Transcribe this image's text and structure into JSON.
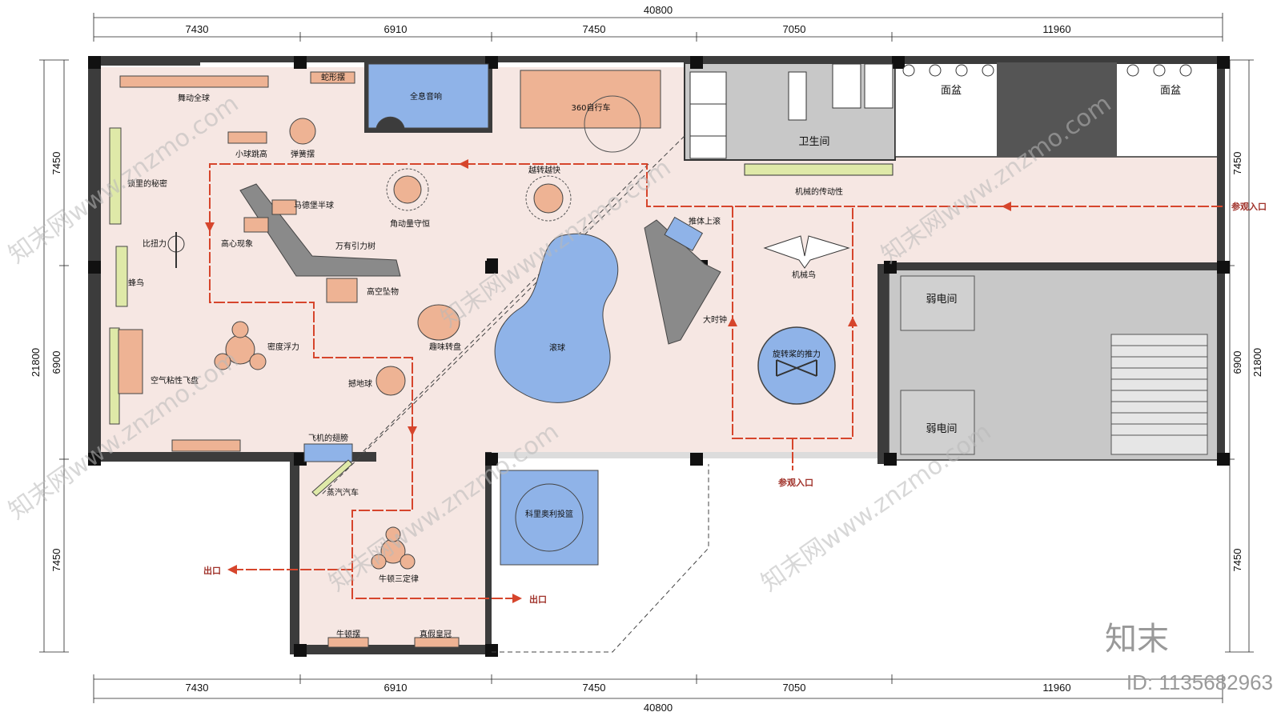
{
  "dimensions": {
    "total": "40800",
    "top_segments": [
      "7430",
      "6910",
      "7450",
      "7050",
      "11960"
    ],
    "bottom_segments": [
      "7430",
      "6910",
      "7450",
      "7050",
      "11960"
    ],
    "left_segments": [
      "7450",
      "6900",
      "7450"
    ],
    "left_total": "21800",
    "right_segments": [
      "7450",
      "6900",
      "7450"
    ],
    "right_total": "21800"
  },
  "rooms": {
    "restroom": "卫生间",
    "basin_left": "面盆",
    "basin_right": "面盆",
    "weak_room_1": "弱电间",
    "weak_room_2": "弱电间"
  },
  "exhibits": {
    "dancing_globe": "舞动全球",
    "snake_pendulum": "蛇形摆",
    "holo_audio": "全息音响",
    "bike_360": "360自行车",
    "ball_jump": "小球跳高",
    "spring_pendulum": "弹簧摆",
    "lock_secret": "锁里的秘密",
    "magdeburg": "马德堡半球",
    "angular_momentum": "角动量守恒",
    "over_and_over": "越转越快",
    "twist_force": "比扭力",
    "high_center": "高心现象",
    "gravitation": "万有引力树",
    "hummingbird": "蜂鸟",
    "sky_object": "高空坠物",
    "fun_turntable": "趣味转盘",
    "density_buoyancy": "密度浮力",
    "air_disc": "空气粘性飞盘",
    "earth_ball": "撼地球",
    "rolling_ball": "滚球",
    "push_up": "推体上滚",
    "big_clock": "大时钟",
    "mech_bird": "机械鸟",
    "propeller": "旋转桨的推力",
    "transmission": "机械的传动性",
    "plane_wing": "飞机的翅膀",
    "steam_car": "蒸汽汽车",
    "coriolis": "科里奥利投篮",
    "newton_laws": "牛顿三定律",
    "newton_pendulum": "牛顿摆",
    "true_crown": "真假皇冠"
  },
  "route": {
    "entrance_right": "参观入口",
    "entrance_bottom": "参观入口",
    "exit_left": "出口",
    "exit_bottom": "出口"
  },
  "watermark": {
    "brand": "知末",
    "id": "ID: 1135682963",
    "tile": "知末网www.znzmo.com"
  },
  "colors": {
    "floor": "#f6e7e3",
    "wall": "#3c3c3c",
    "service_gray": "#c8c8c8",
    "route_red": "#d6452c",
    "exhibit_orange": "#eeb394",
    "exhibit_blue": "#8fb3e8",
    "column_black": "#111111"
  }
}
